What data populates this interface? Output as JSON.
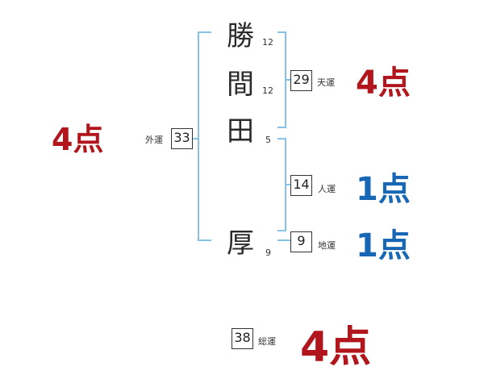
{
  "name_characters": [
    {
      "char": "勝",
      "strokes": "12"
    },
    {
      "char": "間",
      "strokes": "12"
    },
    {
      "char": "田",
      "strokes": "5"
    },
    {
      "char": "厚",
      "strokes": "9"
    }
  ],
  "fortunes": {
    "tenkaku": {
      "value": "29",
      "label": "天運",
      "score": "4点"
    },
    "jinkaku": {
      "value": "14",
      "label": "人運",
      "score": "1点"
    },
    "chikaku": {
      "value": "9",
      "label": "地運",
      "score": "1点"
    },
    "gaikaku": {
      "value": "33",
      "label": "外運",
      "score": "4点"
    },
    "soukaku": {
      "value": "38",
      "label": "総運",
      "score": "4点"
    }
  },
  "colors": {
    "good": "#b0161c",
    "bad": "#1767b5",
    "bracket": "#86c2e8"
  }
}
